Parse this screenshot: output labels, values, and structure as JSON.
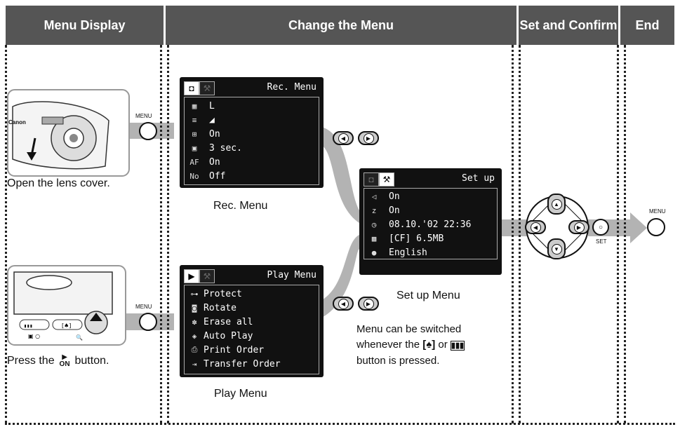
{
  "headers": {
    "menu_display": "Menu Display",
    "change_menu": "Change the Menu",
    "set_confirm": "Set and Confirm",
    "end": "End"
  },
  "steps": {
    "open_lens": "Open the lens cover.",
    "press_pre": "Press the",
    "press_post": "button.",
    "on_label": "ON"
  },
  "button_labels": {
    "menu": "MENU",
    "set": "SET"
  },
  "camera_text": {
    "brand": "Canon"
  },
  "rec_menu": {
    "title": "Rec. Menu",
    "caption": "Rec. Menu",
    "rows": [
      {
        "icon": "resolution-icon",
        "glyph": "▦",
        "value": "L"
      },
      {
        "icon": "compression-icon",
        "glyph": "≡",
        "value": "◢"
      },
      {
        "icon": "review-icon",
        "glyph": "⊞",
        "value": "On"
      },
      {
        "icon": "review-time-icon",
        "glyph": "▣",
        "value": "3 sec."
      },
      {
        "icon": "af-assist-icon",
        "glyph": "AF",
        "value": "On"
      },
      {
        "icon": "file-no-icon",
        "glyph": "No",
        "value": "Off"
      }
    ]
  },
  "setup_menu": {
    "title": "Set up",
    "caption": "Set up Menu",
    "rows": [
      {
        "icon": "sound-icon",
        "glyph": "◁",
        "value": "On"
      },
      {
        "icon": "power-save-icon",
        "glyph": "z",
        "value": "On"
      },
      {
        "icon": "clock-icon",
        "glyph": "◷",
        "value": "08.10.'02 22:36"
      },
      {
        "icon": "format-icon",
        "glyph": "▩",
        "value": "[CF] 6.5MB"
      },
      {
        "icon": "language-icon",
        "glyph": "●",
        "value": "English"
      }
    ]
  },
  "play_menu": {
    "title": "Play Menu",
    "caption": "Play Menu",
    "rows": [
      {
        "icon": "key-icon",
        "glyph": "⊶",
        "value": "Protect"
      },
      {
        "icon": "rotate-icon",
        "glyph": "◙",
        "value": "Rotate"
      },
      {
        "icon": "erase-icon",
        "glyph": "✽",
        "value": "Erase all"
      },
      {
        "icon": "autoplay-icon",
        "glyph": "◈",
        "value": "Auto Play"
      },
      {
        "icon": "print-icon",
        "glyph": "⎙",
        "value": "Print Order"
      },
      {
        "icon": "transfer-icon",
        "glyph": "⇥",
        "value": "Transfer Order"
      }
    ]
  },
  "note": {
    "line1": "Menu can be switched",
    "line2a": "whenever the",
    "line2b": "or",
    "line3": "button is pressed."
  },
  "colors": {
    "header_bg": "#555555",
    "arrow_gray": "#b3b3b3",
    "button_gray": "#cccccc"
  }
}
